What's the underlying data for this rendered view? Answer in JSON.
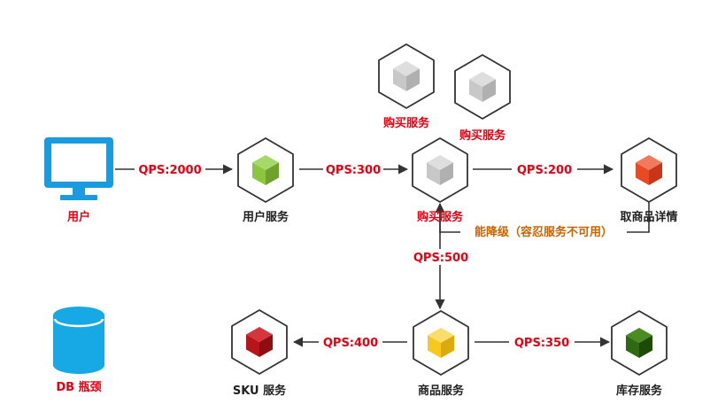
{
  "colors": {
    "red_label": "#e60012",
    "dark_label": "#222222",
    "orange_label": "#c86400",
    "monitor": "#1a9be0",
    "db": "#17a8e6",
    "cube_gray": "#c8c8c8",
    "cube_green_light": "#8cc63e",
    "cube_red": "#e84a26",
    "cube_yellow": "#f7c81e",
    "cube_dark_red": "#b8151b",
    "cube_dark_green": "#2f6a12"
  },
  "nodes": {
    "user": {
      "label": "用户",
      "icon": "monitor-icon"
    },
    "db": {
      "label": "DB 瓶颈",
      "icon": "database-icon"
    },
    "user_service": {
      "label": "用户服务",
      "icon": "cube-icon"
    },
    "buy_service_top1": {
      "label": "购买服务",
      "icon": "cube-icon"
    },
    "buy_service_top2": {
      "label": "购买服务",
      "icon": "cube-icon"
    },
    "buy_service_main": {
      "label": "购买服务",
      "icon": "cube-icon"
    },
    "product_detail": {
      "label": "取商品详情",
      "icon": "cube-icon"
    },
    "product_service": {
      "label": "商品服务",
      "icon": "cube-icon"
    },
    "sku_service": {
      "label": "SKU 服务",
      "icon": "cube-icon"
    },
    "stock_service": {
      "label": "库存服务",
      "icon": "cube-icon"
    }
  },
  "edges": {
    "user_to_userservice": "QPS:2000",
    "userservice_to_buy": "QPS:300",
    "buy_to_detail": "QPS:200",
    "buy_to_product": "QPS:500",
    "product_to_sku": "QPS:400",
    "product_to_stock": "QPS:350"
  },
  "degrade_note": "能降级（容忍服务不可用）"
}
